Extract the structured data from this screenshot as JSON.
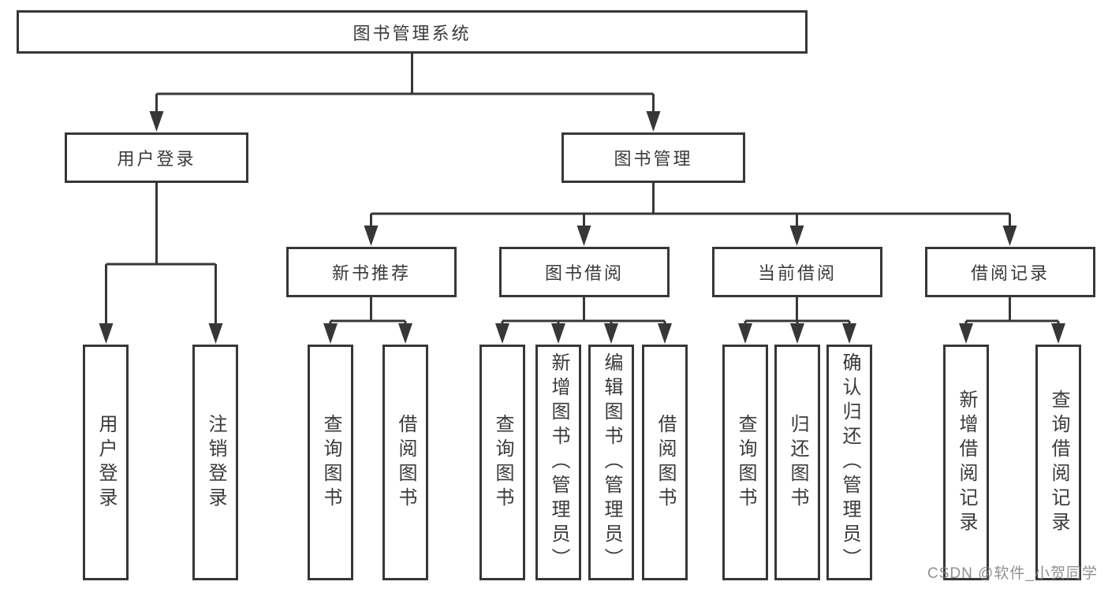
{
  "diagram": {
    "nodes": {
      "root": {
        "label": "图书管理系统"
      },
      "level2": [
        {
          "label": "用户登录"
        },
        {
          "label": "图书管理"
        }
      ],
      "level3": [
        {
          "label": "新书推荐",
          "parent": "图书管理"
        },
        {
          "label": "图书借阅",
          "parent": "图书管理"
        },
        {
          "label": "当前借阅",
          "parent": "图书管理"
        },
        {
          "label": "借阅记录",
          "parent": "图书管理"
        }
      ],
      "leaves": [
        {
          "label": "用户登录",
          "parent": "用户登录"
        },
        {
          "label": "注销登录",
          "parent": "用户登录"
        },
        {
          "label": "查询图书",
          "parent": "新书推荐"
        },
        {
          "label": "借阅图书",
          "parent": "新书推荐"
        },
        {
          "label": "查询图书",
          "parent": "图书借阅"
        },
        {
          "label": "新增图书（管理员）",
          "parent": "图书借阅"
        },
        {
          "label": "编辑图书（管理员）",
          "parent": "图书借阅"
        },
        {
          "label": "借阅图书",
          "parent": "图书借阅"
        },
        {
          "label": "查询图书",
          "parent": "当前借阅"
        },
        {
          "label": "归还图书",
          "parent": "当前借阅"
        },
        {
          "label": "确认归还（管理员）",
          "parent": "当前借阅"
        },
        {
          "label": "新增借阅记录",
          "parent": "借阅记录"
        },
        {
          "label": "查询借阅记录",
          "parent": "借阅记录"
        }
      ]
    },
    "colors": {
      "line": "#373737",
      "text": "#3a3a3a",
      "background": "#ffffff",
      "watermark": "#7d7d7d"
    },
    "watermark": {
      "text": "CSDN @软件_小贺同学"
    }
  }
}
